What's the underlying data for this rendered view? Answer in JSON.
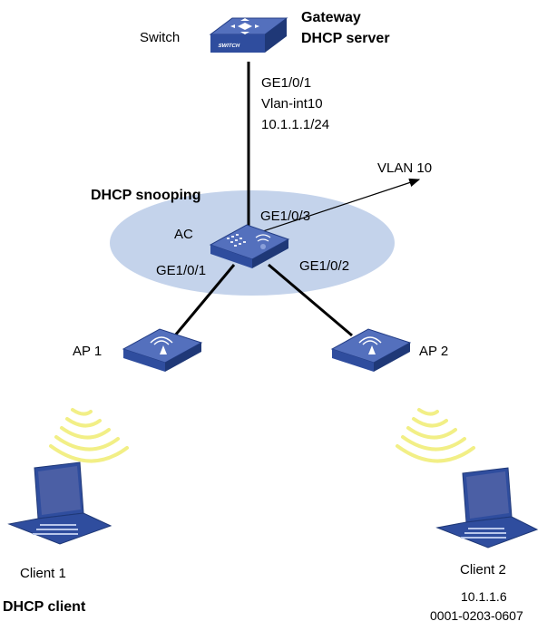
{
  "devices": {
    "switch": {
      "label": "Switch",
      "badge": "SWITCH",
      "icon": "switch-icon"
    },
    "ac": {
      "label": "AC",
      "icon": "access-controller-icon"
    },
    "ap1": {
      "label": "AP 1",
      "icon": "access-point-icon"
    },
    "ap2": {
      "label": "AP 2",
      "icon": "access-point-icon"
    },
    "client1": {
      "label": "Client 1",
      "icon": "laptop-icon"
    },
    "client2": {
      "label": "Client 2",
      "icon": "laptop-icon"
    }
  },
  "roles": {
    "gateway": "Gateway",
    "dhcp_server": "DHCP server",
    "dhcp_snooping": "DHCP snooping",
    "dhcp_client": "DHCP client"
  },
  "interfaces": {
    "switch_port": "GE1/0/1",
    "switch_vlan_int": "Vlan-int10",
    "switch_ip": "10.1.1.1/24",
    "ac_uplink": "GE1/0/3",
    "ac_port1": "GE1/0/1",
    "ac_port2": "GE1/0/2"
  },
  "vlan": {
    "label": "VLAN 10"
  },
  "client2_info": {
    "ip": "10.1.1.6",
    "mac": "0001-0203-0607"
  },
  "colors": {
    "device_blue": "#2f4d9e",
    "device_top": "#5470bd",
    "snooping_area": "#c4d3eb",
    "wireless_signal": "#f2ef86",
    "laptop_screen": "#4b5fa5",
    "line": "#000000"
  }
}
